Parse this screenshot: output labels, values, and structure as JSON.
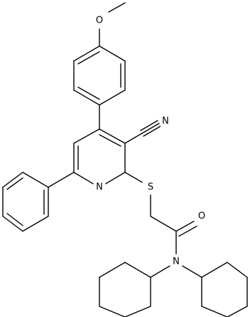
{
  "molecule": {
    "atom_labels": {
      "ring_nitrogen": "N",
      "sulfur": "S",
      "carbonyl_oxygen": "O",
      "amide_nitrogen": "N",
      "methoxy_oxygen": "O",
      "nitrile_nitrogen": "N"
    }
  },
  "colors": {
    "bond": "#000000",
    "label": "#000000",
    "background": "#ffffff"
  }
}
